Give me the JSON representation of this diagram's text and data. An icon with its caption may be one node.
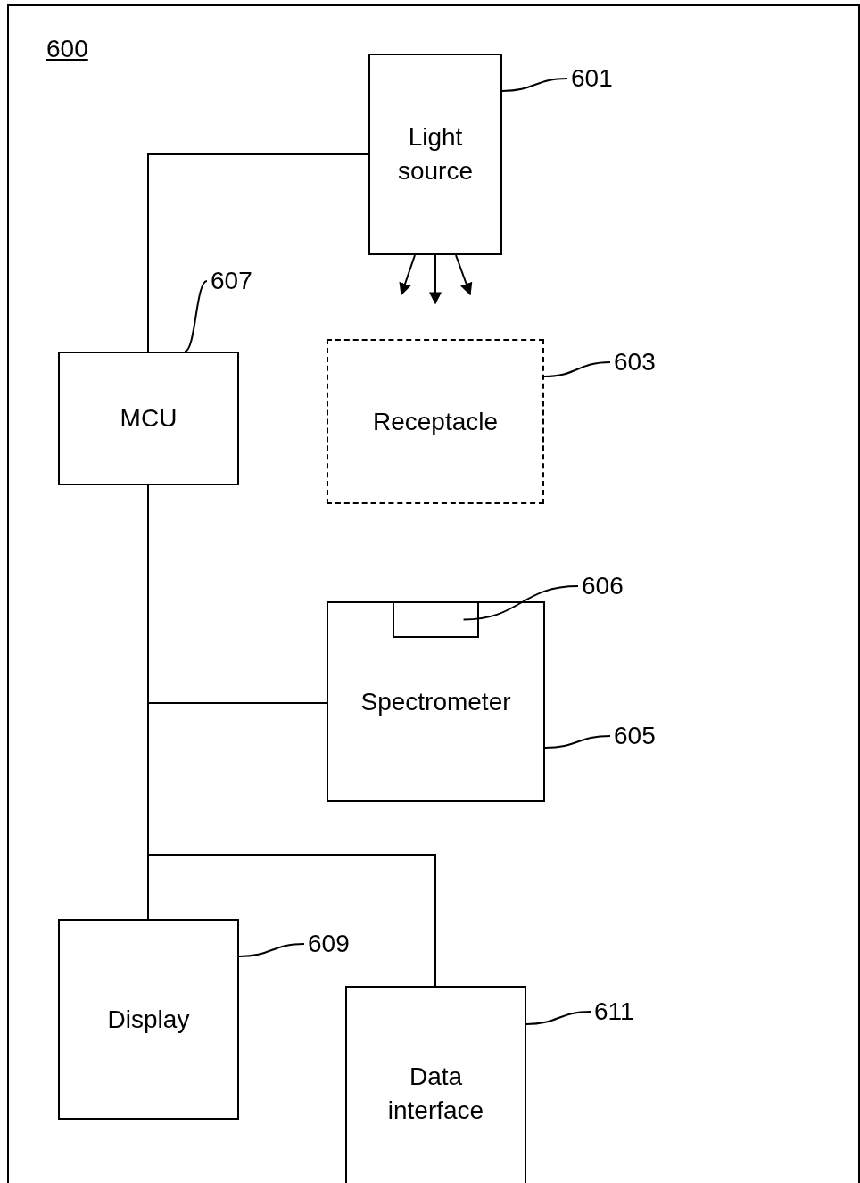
{
  "diagram": {
    "nodes": [
      {
        "text": [
          "600"
        ]
      },
      {
        "text": [
          "Light source"
        ],
        "in": 0
      },
      {
        "text": [
          "Receptacle"
        ],
        "in": 0
      },
      {
        "text": [
          "MCU"
        ],
        "in": 0
      },
      {
        "text": [
          "Spectrometer"
        ],
        "in": 0
      },
      {
        "text": [],
        "shape": "box",
        "in": 4
      },
      {
        "text": [
          "Display"
        ],
        "in": 0
      },
      {
        "text": [
          "Data interface"
        ],
        "in": 0
      },
      {
        "text": [
          "601"
        ],
        "in": 0
      },
      {
        "text": [
          "607"
        ],
        "in": 0
      },
      {
        "text": [
          "603"
        ],
        "in": 0
      },
      {
        "text": [
          "606"
        ],
        "in": 0
      },
      {
        "text": [
          "605"
        ],
        "in": 0
      },
      {
        "text": [
          "609"
        ],
        "in": 0
      },
      {
        "text": [
          "611"
        ],
        "in": 0
      }
    ],
    "edges": [
      {
        "from": 3,
        "to": 1,
        "arrow": "none"
      },
      {
        "from": 1,
        "to": null,
        "arrow": "to"
      },
      {
        "from": 1,
        "to": null,
        "arrow": "to"
      },
      {
        "from": 1,
        "to": null,
        "arrow": "to"
      },
      {
        "from": 3,
        "to": 4,
        "arrow": "none"
      },
      {
        "from": 3,
        "to": 6,
        "arrow": "none"
      },
      {
        "from": 3,
        "to": 7,
        "arrow": "none"
      },
      {
        "from": 8,
        "to": 1,
        "arrow": "none"
      },
      {
        "from": 9,
        "to": 3,
        "arrow": "none"
      },
      {
        "from": 10,
        "to": 2,
        "arrow": "none"
      },
      {
        "from": 11,
        "to": 5,
        "arrow": "none"
      },
      {
        "from": 12,
        "to": 4,
        "arrow": "none"
      },
      {
        "from": 13,
        "to": 6,
        "arrow": "none"
      },
      {
        "from": 14,
        "to": 7,
        "arrow": "none"
      }
    ]
  }
}
